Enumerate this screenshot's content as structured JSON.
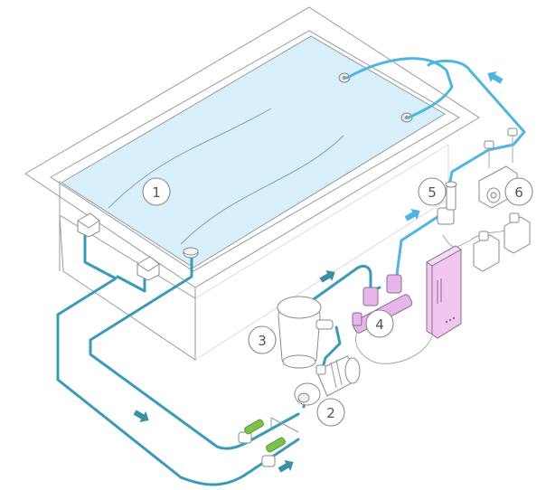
{
  "colors": {
    "water": "#d7f0fb",
    "pipe_return": "#3a9bb8",
    "pipe_supply": "#4fb6e0",
    "arrow_return": "#3d8ea8",
    "arrow_supply": "#4fb3e3",
    "valve_handle": "#7cc24a",
    "ozone_unit": "#f1c7ef",
    "ozone_injector": "#e6b6ea",
    "outline": "#9a9a9a"
  },
  "icons": [
    "flow-arrow-icon",
    "valve-handle-icon",
    "skimmer-icon",
    "return-jet-icon"
  ],
  "callouts": [
    {
      "id": "pool",
      "label": "1"
    },
    {
      "id": "pump",
      "label": "2"
    },
    {
      "id": "filter",
      "label": "3"
    },
    {
      "id": "injector",
      "label": "4"
    },
    {
      "id": "mixer",
      "label": "5"
    },
    {
      "id": "dosing",
      "label": "6"
    }
  ]
}
